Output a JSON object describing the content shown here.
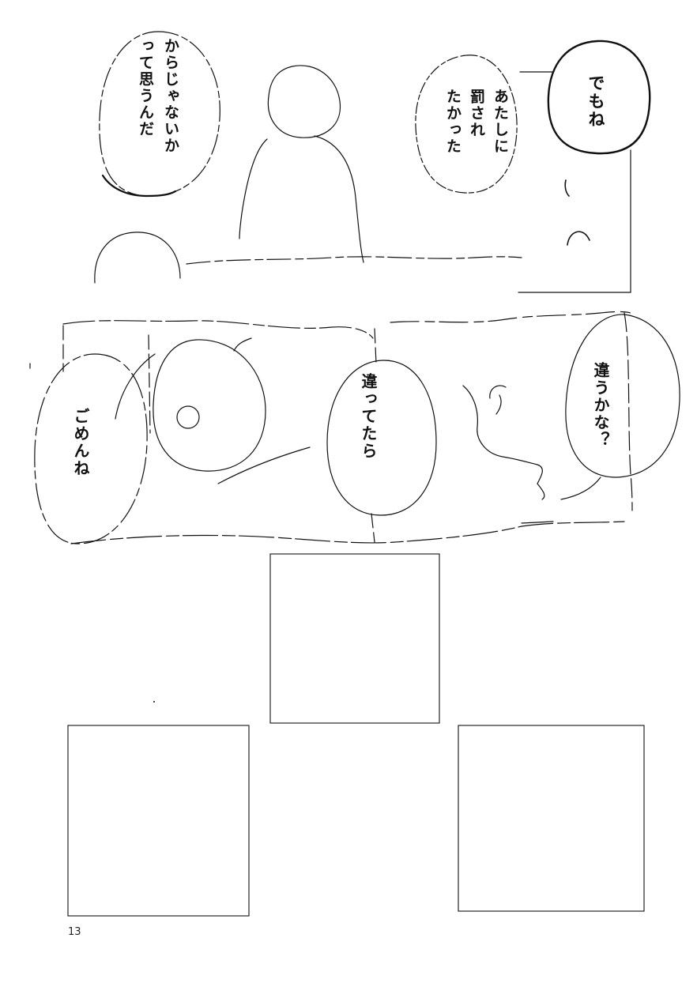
{
  "page": {
    "number": "13"
  },
  "bubbles": {
    "demo_ne": [
      "でもね"
    ],
    "atashi_ni": [
      "あたしに",
      "罰され",
      "たかった"
    ],
    "karajanai": [
      "からじゃないか",
      "って思うんだ"
    ],
    "chigau_kana": [
      "違うかな？"
    ],
    "chigattetara": [
      "違ってたら"
    ],
    "gomen_ne": [
      "ごめんね"
    ]
  }
}
